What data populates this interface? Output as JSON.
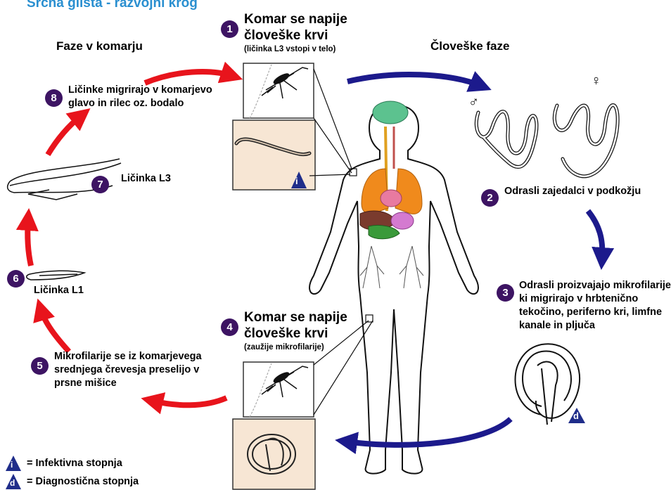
{
  "title": "Srčna glista - razvojni krog",
  "headings": {
    "mosquito_phases": "Faze v komarju",
    "human_phases": "Človeške faze"
  },
  "steps": [
    {
      "number": "1",
      "lines": [
        "Komar se napije",
        "človeške krvi"
      ],
      "note": "(ličinka L3 vstopi v telo)"
    },
    {
      "number": "2",
      "text": "Odrasli zajedalci v podkožju"
    },
    {
      "number": "3",
      "lines": [
        "Odrasli proizvajajo mikrofilarije",
        "ki migrirajo v hrbtenično",
        "tekočino, periferno kri, limfne",
        "kanale in pljuča"
      ]
    },
    {
      "number": "4",
      "lines": [
        "Komar se napije",
        "človeške krvi"
      ],
      "note": "(zaužije mikrofilarije)"
    },
    {
      "number": "5",
      "lines": [
        "Mikrofilarije se iz komarjevega",
        "srednjega črevesja preselijo v",
        "prsne mišice"
      ]
    },
    {
      "number": "6",
      "text": "Ličinka L1"
    },
    {
      "number": "7",
      "text": "Ličinka L3"
    },
    {
      "number": "8",
      "lines": [
        "Ličinke migrirajo v komarjevo",
        "glavo in rilec oz. bodalo"
      ]
    }
  ],
  "legend": [
    {
      "symbol": "i",
      "text": "= Infektivna stopnja",
      "color": "#1f2d8a"
    },
    {
      "symbol": "d",
      "text": "= Diagnostična stopnja",
      "color": "#1f2d8a"
    }
  ],
  "colors": {
    "title": "#2a8fd0",
    "mosquito_arrows": "#e8141c",
    "human_arrows": "#1c1a8c",
    "step_circle": "#3d1463",
    "skin_panel": "#f7e6d4"
  },
  "symbols": {
    "male": "♂",
    "female": "♀"
  }
}
